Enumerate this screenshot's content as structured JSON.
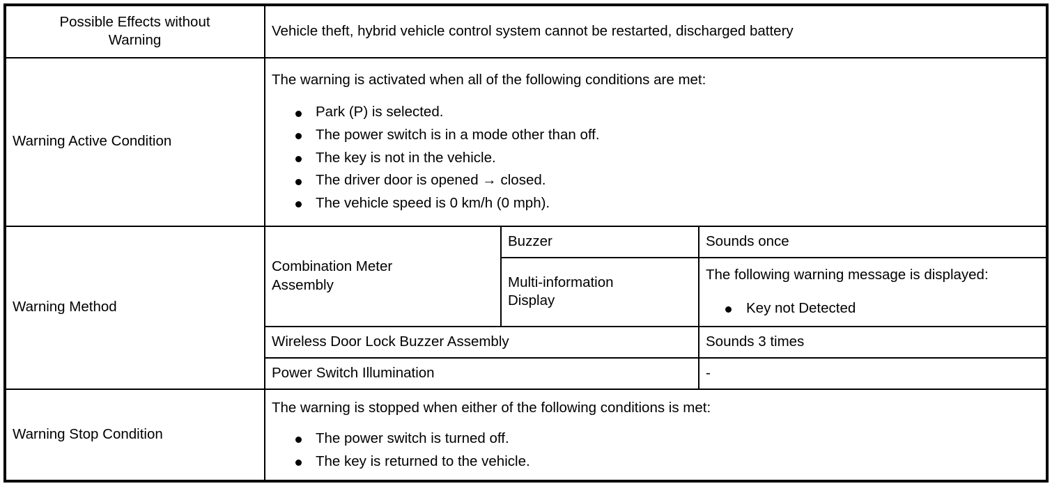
{
  "table": {
    "rows": [
      {
        "label": "Possible Effects without\nWarning",
        "value": "Vehicle theft, hybrid vehicle control system cannot be restarted, discharged battery"
      },
      {
        "label": "Warning Active Condition",
        "intro": "The warning is activated when all of the following conditions are met:",
        "bullets": [
          "Park (P) is selected.",
          "The power switch is in a mode other than off.",
          "The key is not in the vehicle.",
          "The driver door is opened → closed.",
          "The vehicle speed is 0 km/h (0 mph)."
        ]
      },
      {
        "label": "Warning Method",
        "component_combination_meter": "Combination Meter\nAssembly",
        "sub_buzzer": "Buzzer",
        "sub_buzzer_value": "Sounds once",
        "sub_multi_info": "Multi-information\nDisplay",
        "sub_multi_info_value": "The following warning message is displayed:",
        "sub_multi_info_bullets": [
          "Key not Detected"
        ],
        "component_wireless": "Wireless Door Lock Buzzer Assembly",
        "component_wireless_value": "Sounds 3 times",
        "component_power_switch": "Power Switch Illumination",
        "component_power_switch_value": "-"
      },
      {
        "label": "Warning Stop Condition",
        "intro": "The warning is stopped when either of the following conditions is met:",
        "bullets": [
          "The power switch is turned off.",
          "The key is returned to the vehicle."
        ]
      }
    ]
  },
  "colors": {
    "border": "#000000",
    "text": "#000000",
    "background": "#ffffff"
  }
}
